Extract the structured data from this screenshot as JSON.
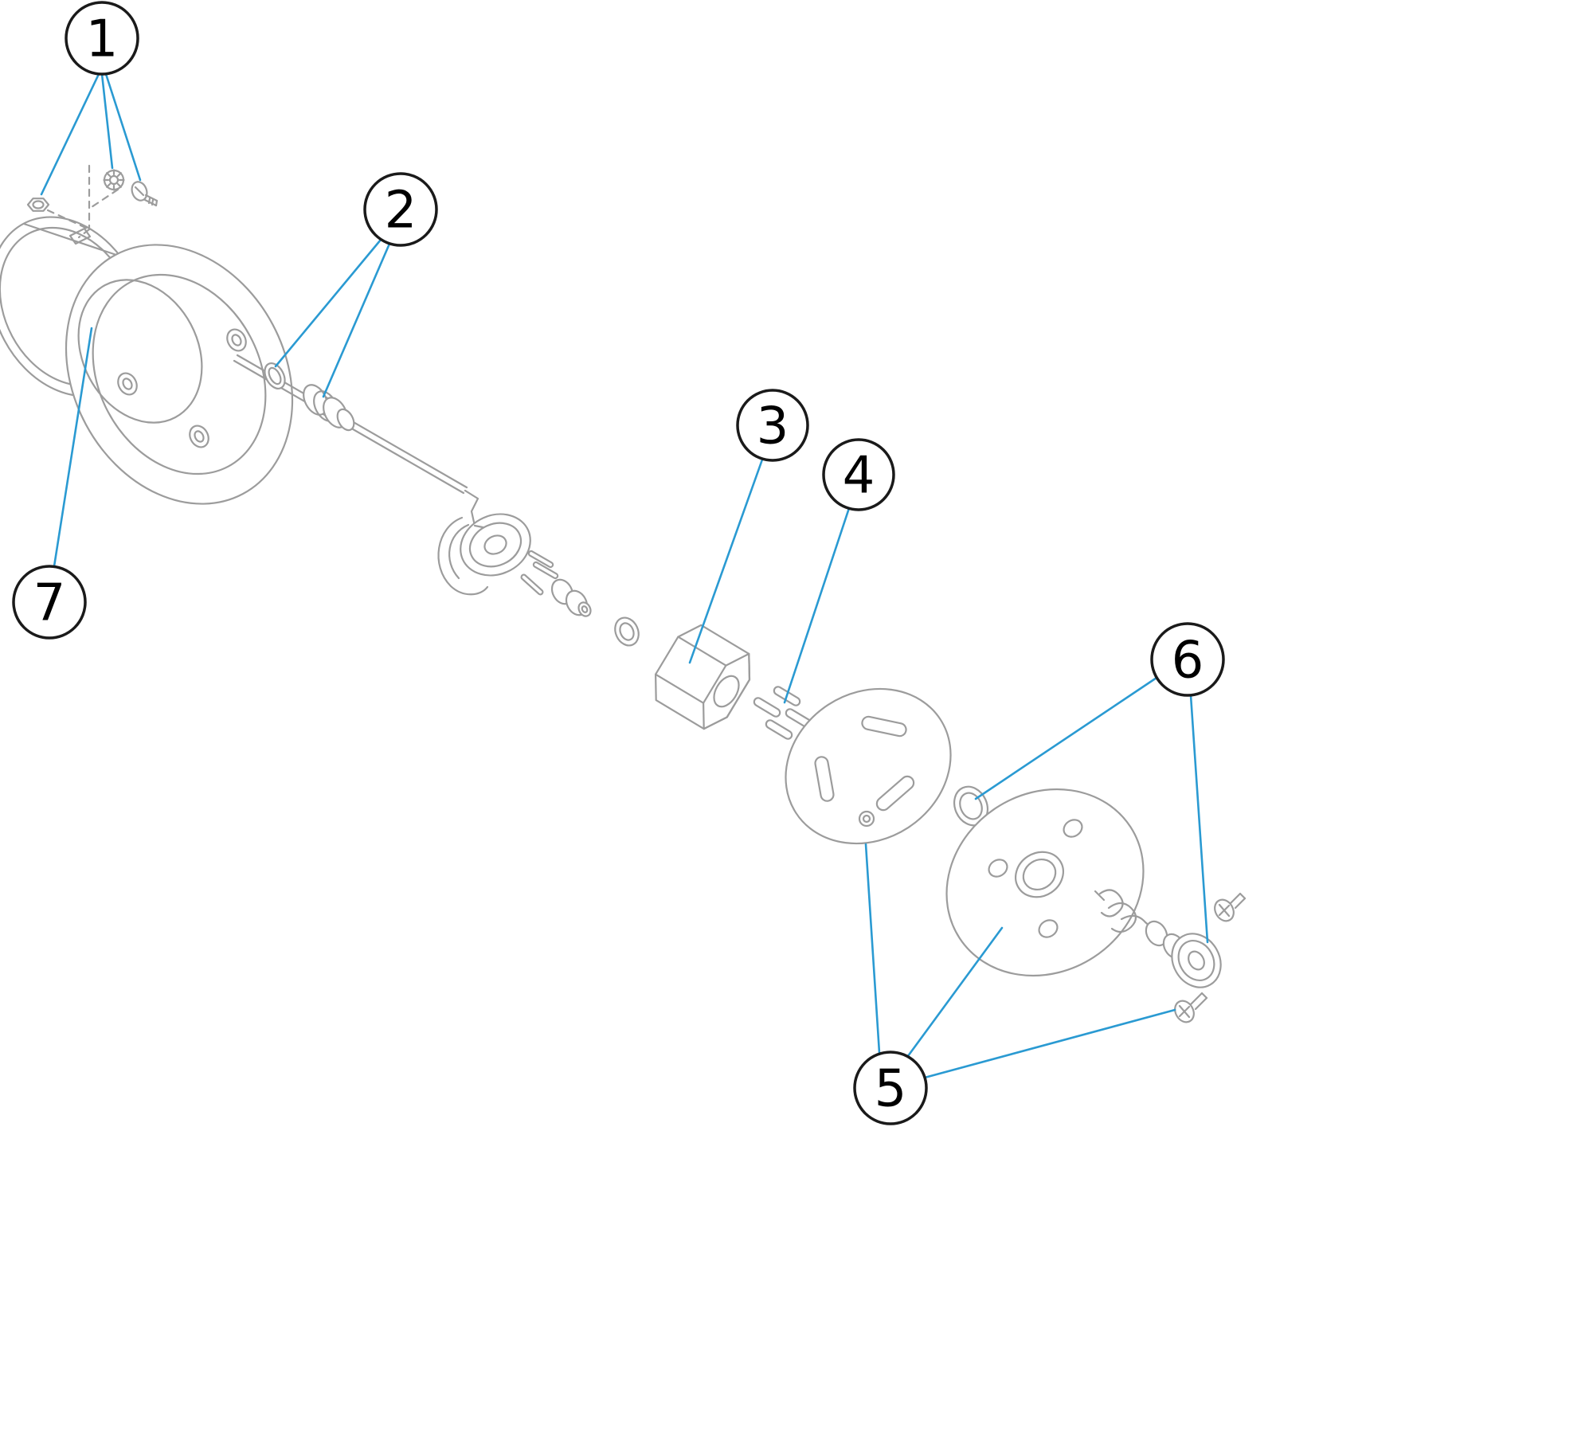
{
  "callouts": [
    {
      "number": "1"
    },
    {
      "number": "2"
    },
    {
      "number": "3"
    },
    {
      "number": "4"
    },
    {
      "number": "5"
    },
    {
      "number": "6"
    },
    {
      "number": "7"
    }
  ],
  "colors": {
    "leader": "#2a9ad2",
    "outline": "#9c9c9c",
    "callout-border": "#1a1a1a",
    "callout-fill": "#ffffff",
    "number": "#000000",
    "background": "#ffffff"
  }
}
